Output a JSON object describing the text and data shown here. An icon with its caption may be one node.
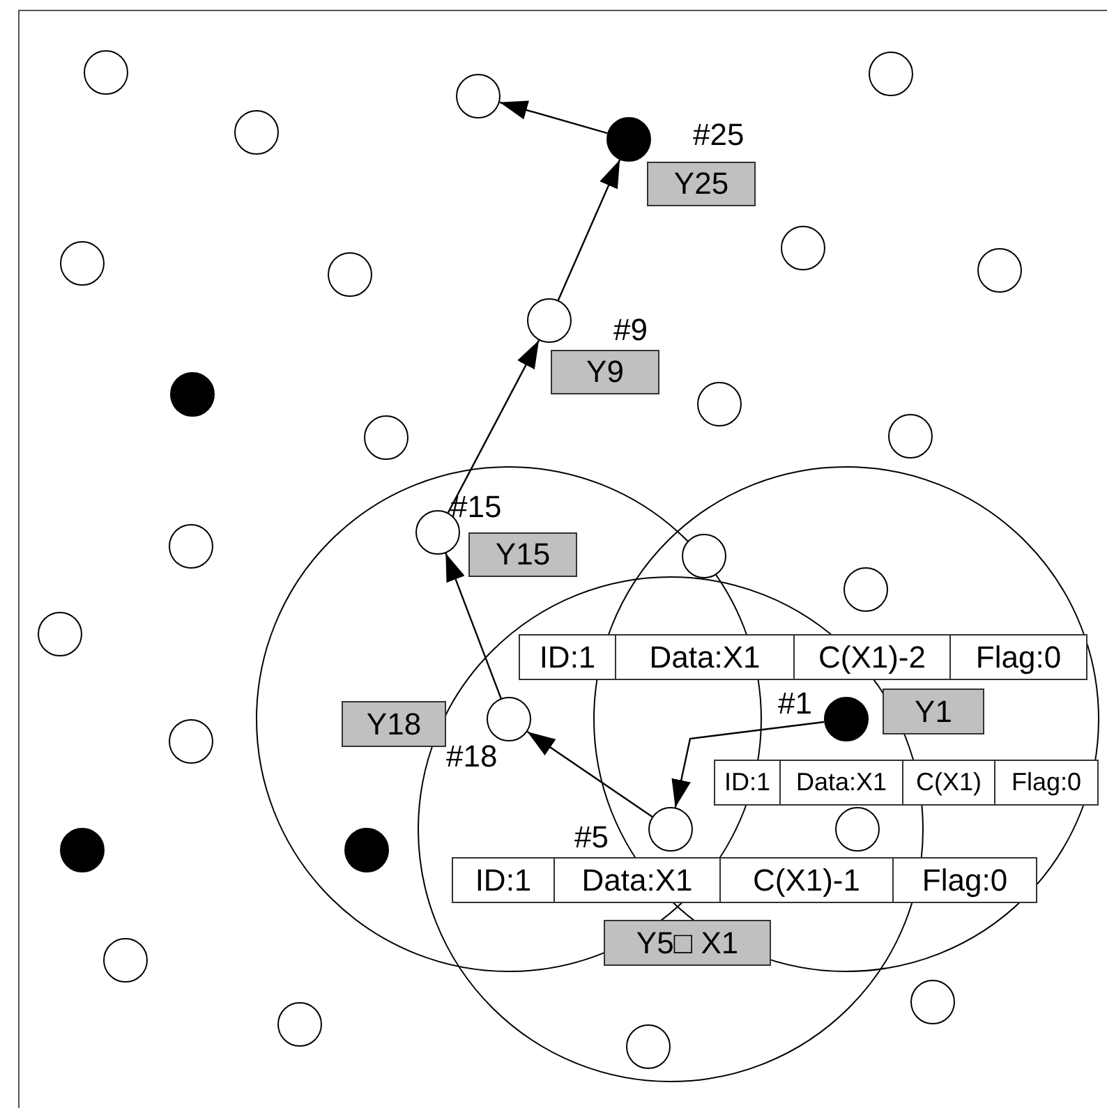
{
  "diagram": {
    "nodes": [
      {
        "text": [],
        "shape": "circle"
      },
      {
        "text": [],
        "shape": "circle"
      },
      {
        "text": [],
        "shape": "circle"
      },
      {
        "text": [],
        "shape": "circle"
      },
      {
        "text": [],
        "shape": "circle"
      },
      {
        "text": [
          "Y25"
        ]
      },
      {
        "text": [],
        "shape": "circle"
      },
      {
        "text": [],
        "shape": "circle"
      },
      {
        "text": [],
        "shape": "circle"
      },
      {
        "text": [],
        "shape": "circle"
      },
      {
        "text": [],
        "shape": "circle"
      },
      {
        "text": [
          "Y9"
        ]
      },
      {
        "text": [],
        "shape": "circle"
      },
      {
        "text": [],
        "shape": "circle"
      },
      {
        "text": [],
        "shape": "circle"
      },
      {
        "text": [],
        "shape": "circle"
      },
      {
        "text": [],
        "shape": "circle",
        "beside": [
          "#15"
        ]
      },
      {
        "text": [],
        "shape": "circle"
      },
      {
        "text": [
          "Y15"
        ]
      },
      {
        "text": [],
        "shape": "circle"
      },
      {
        "text": [],
        "shape": "circle"
      },
      {
        "text": [],
        "shape": "circle"
      },
      {
        "text": [
          "ID:1",
          "Data:X1",
          "C(X1)-2",
          "Flag:0"
        ]
      },
      {
        "text": [
          "Y1"
        ]
      },
      {
        "text": [
          "Y18"
        ]
      },
      {
        "text": [],
        "shape": "circle",
        "beside": [
          "#18"
        ]
      },
      {
        "text": [],
        "shape": "circle",
        "beside": [
          "#1"
        ]
      },
      {
        "text": [],
        "shape": "circle"
      },
      {
        "text": [
          "ID:1",
          "Data:X1",
          "C(X1)",
          "Flag:0"
        ]
      },
      {
        "text": [],
        "shape": "circle"
      },
      {
        "text": [],
        "shape": "circle"
      },
      {
        "text": [],
        "shape": "circle"
      },
      {
        "text": [],
        "shape": "circle"
      },
      {
        "text": [
          "ID:1",
          "Data:X1",
          "C(X1)-1",
          "Flag:0"
        ]
      },
      {
        "text": [
          "Y5□ X1"
        ]
      },
      {
        "text": [],
        "shape": "circle"
      },
      {
        "text": [],
        "shape": "circle"
      },
      {
        "text": [],
        "shape": "circle"
      },
      {
        "text": [],
        "shape": "circle"
      }
    ],
    "edges": [
      {
        "from": 26,
        "to": 29,
        "arrow": "to"
      },
      {
        "from": 29,
        "to": 25,
        "arrow": "to"
      },
      {
        "from": 25,
        "to": 16,
        "arrow": "to"
      },
      {
        "from": 16,
        "to": 10,
        "arrow": "to"
      },
      {
        "from": 10,
        "to": 4,
        "arrow": "to"
      },
      {
        "from": 4,
        "to": 2,
        "arrow": "to"
      }
    ],
    "labels": [
      "#25",
      "#9",
      "#5"
    ]
  }
}
